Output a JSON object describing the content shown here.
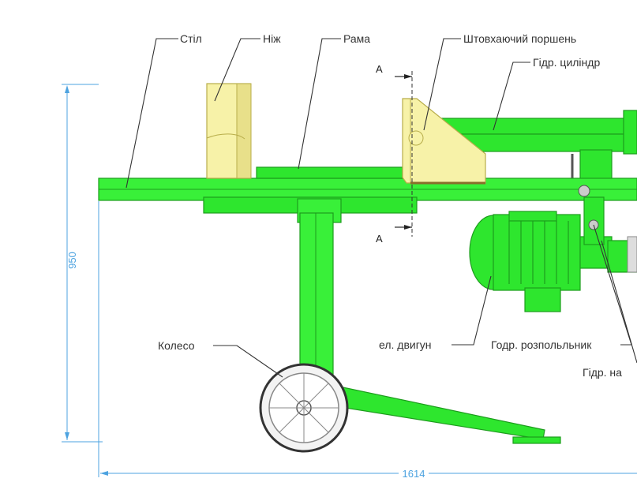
{
  "labels": {
    "table": "Стіл",
    "knife": "Ніж",
    "frame": "Рама",
    "piston": "Штовхаючий поршень",
    "cylinder": "Гідр. циліндр",
    "wheel": "Колесо",
    "motor": "ел. двигун",
    "distributor": "Годр. розпольльник",
    "pump": "Гідр. на"
  },
  "dimensions": {
    "height": "950",
    "width": "1614"
  },
  "section": {
    "top": "A",
    "bottom": "A"
  },
  "colors": {
    "machine": "#2ee62e",
    "wedge": "#f7f2a8",
    "dimension": "#4da3e0"
  }
}
